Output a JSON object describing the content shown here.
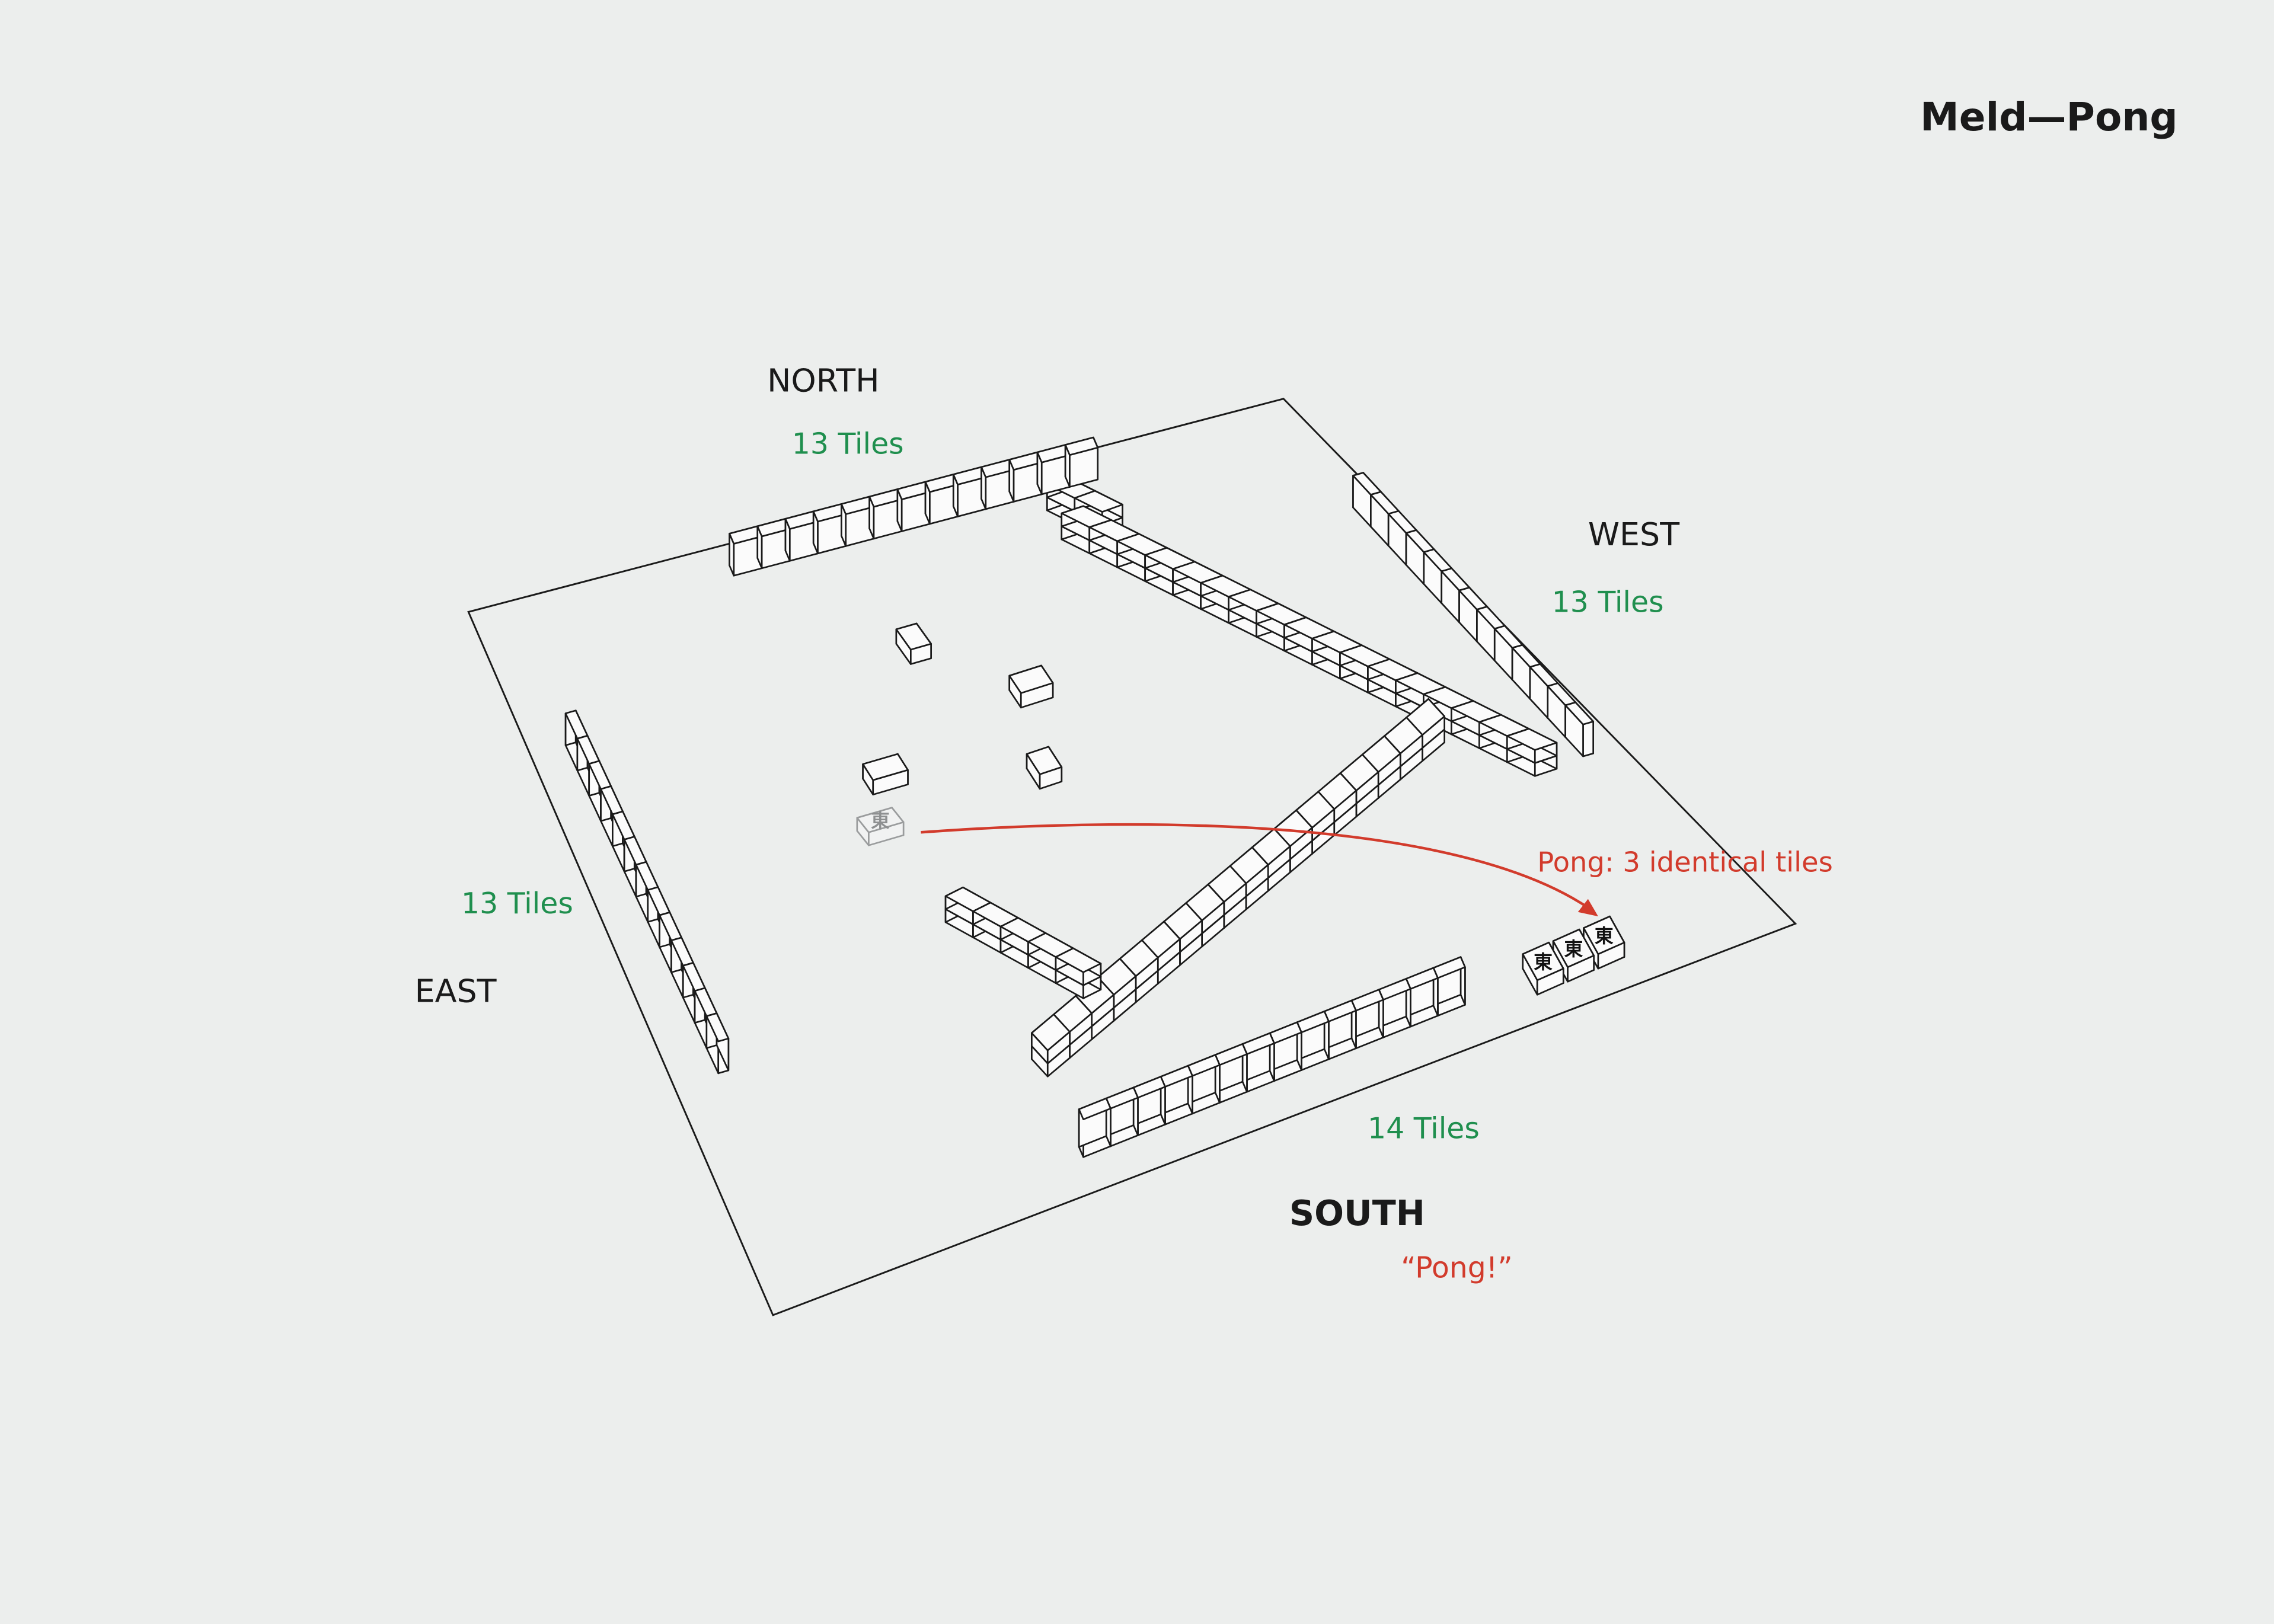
{
  "title": "Meld—Pong",
  "seats": {
    "north": {
      "label": "NORTH",
      "tiles_label": "13 Tiles",
      "tile_count": 13
    },
    "west": {
      "label": "WEST",
      "tiles_label": "13 Tiles",
      "tile_count": 13
    },
    "east": {
      "label": "EAST",
      "tiles_label": "13 Tiles",
      "tile_count": 13
    },
    "south": {
      "label": "SOUTH",
      "tiles_label": "14 Tiles",
      "tile_count": 14,
      "call": "“Pong!”"
    }
  },
  "meld": {
    "annotation": "Pong: 3 identical tiles",
    "tile_char": "東",
    "tile_count": 3
  },
  "discard": {
    "tile_char": "東"
  },
  "colors": {
    "accent_red": "#d23b2c",
    "tile_count_green": "#1f8f4e",
    "ink": "#1a1a1a",
    "paper": "#eceeed"
  }
}
